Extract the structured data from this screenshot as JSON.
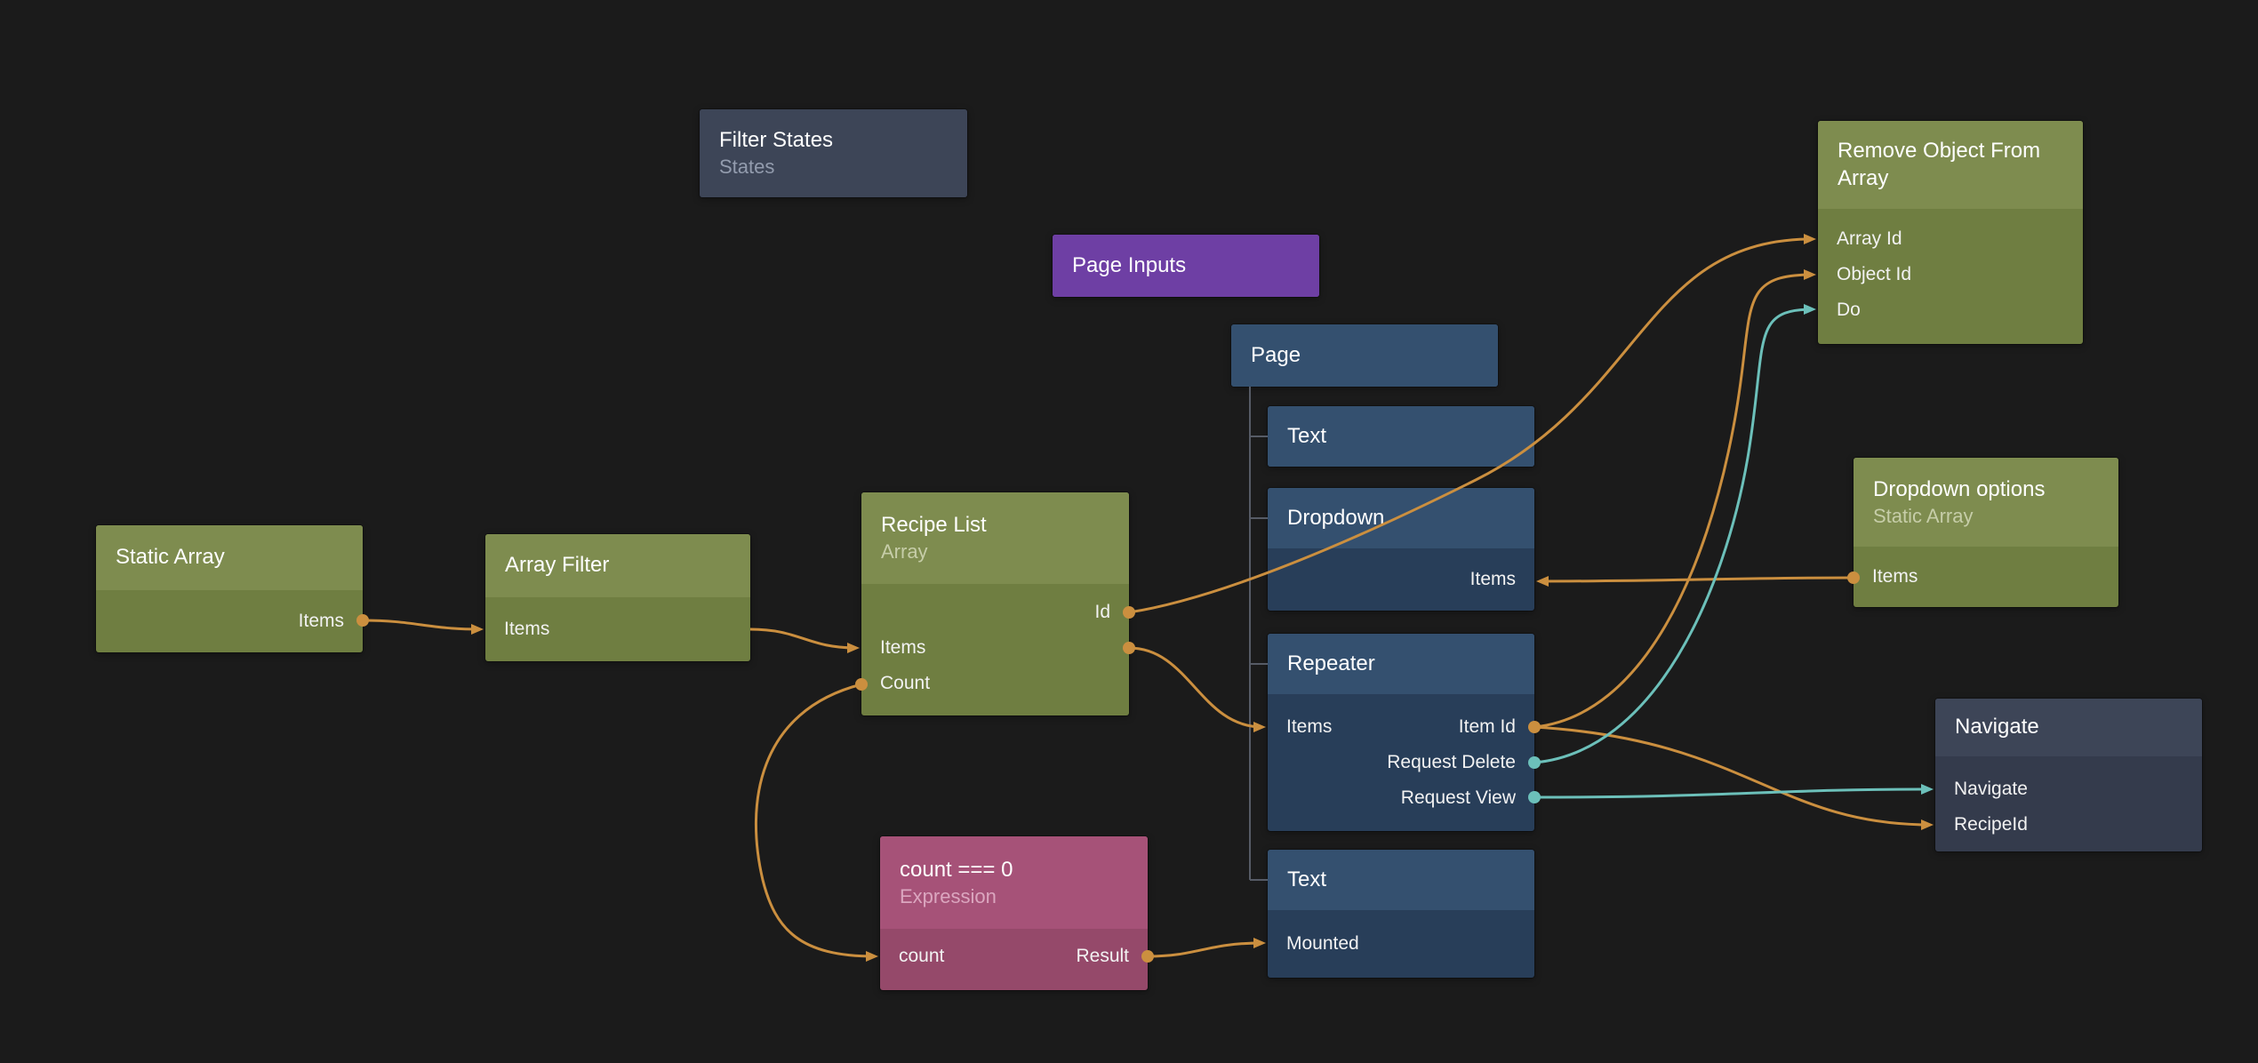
{
  "palette": {
    "background": "#1b1b1b",
    "data_node_header": "#7e8c4f",
    "data_node_body": "#6f7e41",
    "visual_node_header": "#34506f",
    "visual_node_body": "#283e59",
    "component_node_header": "#3d4557",
    "component_node_body": "#343b4c",
    "page_inputs_node": "#6e3fa4",
    "expression_node_header": "#a65278",
    "expression_node_body": "#95496a",
    "wire_data": "#cb8f3f",
    "wire_signal": "#6cc0ba",
    "hierarchy_line": "#565b66"
  },
  "nodes": {
    "filter_states": {
      "title": "Filter States",
      "subtitle": "States"
    },
    "page_inputs": {
      "title": "Page Inputs"
    },
    "page": {
      "title": "Page"
    },
    "text_top": {
      "title": "Text"
    },
    "dropdown": {
      "title": "Dropdown",
      "ports": {
        "items": "Items"
      }
    },
    "repeater": {
      "title": "Repeater",
      "ports": {
        "items": "Items",
        "item_id": "Item Id",
        "request_delete": "Request Delete",
        "request_view": "Request View"
      }
    },
    "text_bottom": {
      "title": "Text",
      "ports": {
        "mounted": "Mounted"
      }
    },
    "static_array": {
      "title": "Static Array",
      "ports": {
        "items": "Items"
      }
    },
    "array_filter": {
      "title": "Array Filter",
      "ports": {
        "items": "Items"
      }
    },
    "recipe_list": {
      "title": "Recipe List",
      "subtitle": "Array",
      "ports": {
        "id": "Id",
        "items": "Items",
        "count": "Count"
      }
    },
    "expression": {
      "title": "count === 0",
      "subtitle": "Expression",
      "ports": {
        "count": "count",
        "result": "Result"
      }
    },
    "remove_object_from_array": {
      "title": "Remove Object From Array",
      "ports": {
        "array_id": "Array Id",
        "object_id": "Object Id",
        "do": "Do"
      }
    },
    "dropdown_options": {
      "title": "Dropdown options",
      "subtitle": "Static Array",
      "ports": {
        "items": "Items"
      }
    },
    "navigate": {
      "title": "Navigate",
      "ports": {
        "navigate": "Navigate",
        "recipe_id": "RecipeId"
      }
    }
  }
}
